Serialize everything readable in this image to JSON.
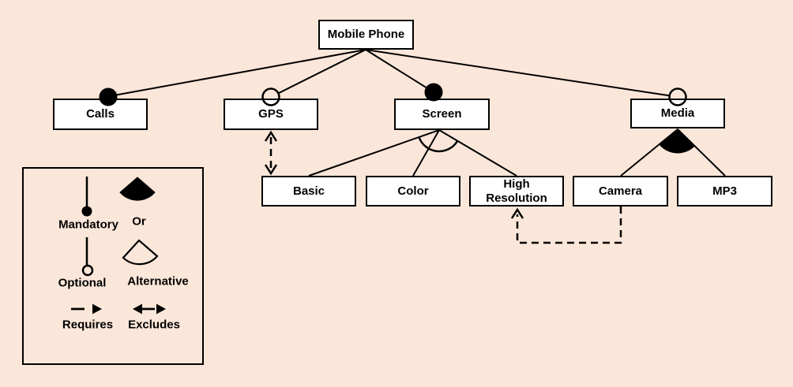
{
  "colors": {
    "background": "#fbe7d9",
    "node_fill": "#ffffff",
    "line": "#000000"
  },
  "nodes": {
    "mobile_phone": "Mobile Phone",
    "calls": "Calls",
    "gps": "GPS",
    "screen": "Screen",
    "media": "Media",
    "basic": "Basic",
    "color": "Color",
    "high_resolution": "High Resolution",
    "camera": "Camera",
    "mp3": "MP3"
  },
  "legend": {
    "mandatory": "Mandatory",
    "or": "Or",
    "optional": "Optional",
    "alternative": "Alternative",
    "requires": "Requires",
    "excludes": "Excludes"
  },
  "model": {
    "root": "Mobile Phone",
    "children": [
      {
        "feature": "Calls",
        "type": "mandatory"
      },
      {
        "feature": "GPS",
        "type": "optional"
      },
      {
        "feature": "Screen",
        "type": "mandatory"
      },
      {
        "feature": "Media",
        "type": "optional"
      }
    ],
    "groups": [
      {
        "parent": "Screen",
        "type": "alternative",
        "features": [
          "Basic",
          "Color",
          "High Resolution"
        ]
      },
      {
        "parent": "Media",
        "type": "or",
        "features": [
          "Camera",
          "MP3"
        ]
      }
    ],
    "constraints": [
      {
        "from": "Camera",
        "to": "High Resolution",
        "type": "requires"
      },
      {
        "from": "GPS",
        "to": "Basic",
        "type": "excludes"
      }
    ]
  }
}
